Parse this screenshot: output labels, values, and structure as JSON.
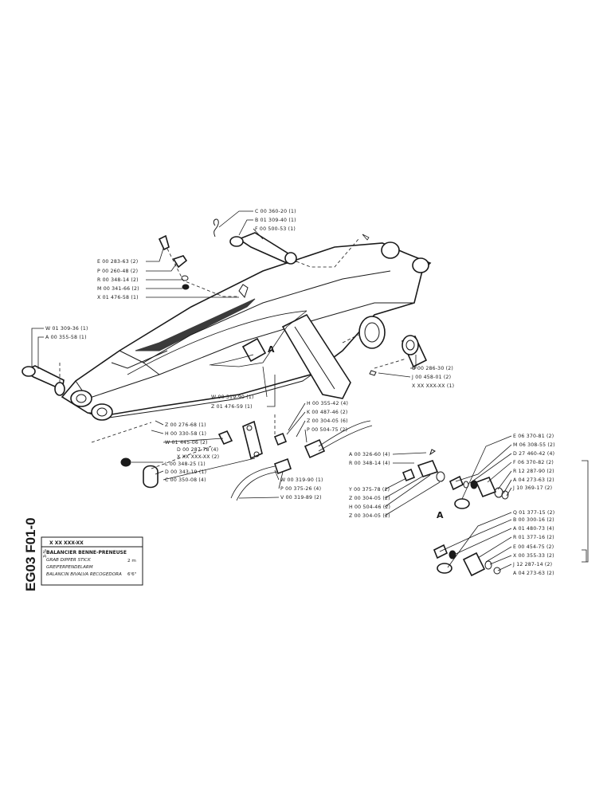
{
  "callouts_upper": {
    "c1": "C 00 360-20 (1)",
    "c2": "B 01 309-40 (1)",
    "c3": "F 00 500-53 (1)"
  },
  "callouts_left": {
    "e1": "E 00 283-63 (2)",
    "p1": "P 00 260-48 (2)",
    "r1": "R 00 348-14 (2)",
    "m1": "M 00 341-66 (2)",
    "x1": "X 01 476-58 (1)",
    "w1": "W 01 309-36 (1)",
    "a1": "A 00 355-58 (1)"
  },
  "callouts_right_top": {
    "u1": "U 00 286-30 (2)",
    "j1": "J 00 458-01 (2)",
    "x2": "X XX XXX-XX (1)"
  },
  "callouts_middle": {
    "w2": "W 00 319-90 (1)",
    "z1": "Z 01 476-59 (1)",
    "h1": "H 00 355-42 (4)",
    "k1": "K 00 487-46 (2)",
    "z2": "Z 00 304-05 (6)",
    "p2": "P 00 504-75 (2)",
    "w3": "W 00 319-90 (1)",
    "p3": "P 00 375-26 (4)",
    "v1": "V 00 319-89 (2)"
  },
  "callouts_lower_left": {
    "z3": "Z 00 276-68 (1)",
    "h2": "H 00 330-58 (1)",
    "w4": "W 01 445-06 (2)",
    "d1": "D 00 287-78 (4)",
    "x3": "X XX XXX-XX (2)",
    "l1": "L 00 348-25 (1)",
    "d2": "D 00 343-19 (1)",
    "c4": "C 00 350-08 (4)"
  },
  "callouts_center_detail": {
    "a2": "A 00 326-60 (4)",
    "r2": "R 00 348-14 (4)",
    "y1": "Y 00 375-78 (2)",
    "z4": "Z 00 304-05 (2)",
    "h3": "H 00 504-46 (2)",
    "z5": "Z 00 304-05 (2)"
  },
  "callouts_detail_a_top": {
    "e2": "E 06 370-81 (2)",
    "m2": "M 06 308-55 (2)",
    "d3": "D 27 460-42 (4)",
    "f2": "F 06 370-82 (2)",
    "r3": "R 12 287-90 (2)",
    "a3": "A 04 273-63 (2)",
    "j2": "J 10 369-17 (2)",
    "q1": "Q 01 377-15 (2)"
  },
  "callouts_detail_a_bottom": {
    "b2": "B 00 300-16 (2)",
    "a4": "A 01 480-73 (4)",
    "r4": "R 01 377-16 (2)",
    "e3": "E 00 454-75 (2)",
    "x4": "X 00 355-33 (2)",
    "j3": "J 12 287-14 (2)",
    "a5": "A 04 273-63 (2)"
  },
  "ref_letters": {
    "detail_a_marker": "A",
    "detail_a_label": "A"
  },
  "drawing_code": "EG03 F01-0",
  "title_block": {
    "ref_code": "X  XX  XXX-XX",
    "line_fr": "BALANCIER BENNE-PRENEUSE",
    "line_en": "GRAB DIPPER STICK",
    "line_de": "GREIFERPENDELARM",
    "line_es": "BALANCIN BIVALVA RECOGEDORA",
    "length_m": "2 m",
    "length_ft": "6'6\"",
    "side_note": "3-%"
  }
}
